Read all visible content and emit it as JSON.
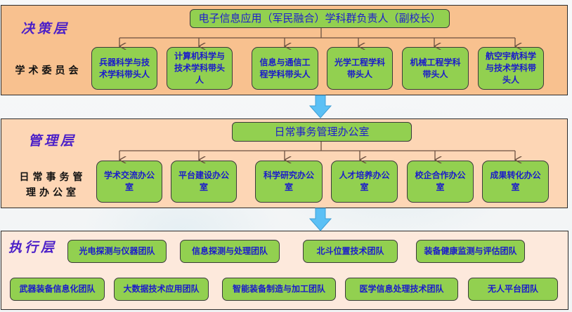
{
  "colors": {
    "decision_layer_fill": "#f8c18f",
    "management_layer_fill": "#fdd6b5",
    "execution_layer_fill": "#fde9dc",
    "node_fill": "#92d050",
    "node_text": "#1a1acc",
    "layer_title": "#4b1fc8",
    "flow_arrow": "#5bc0f5",
    "connector": "#6b5040"
  },
  "decision_layer": {
    "title": "决策层",
    "subtitle": "学术委员会",
    "head": "电子信息应用（军民融合）学科群负责人（副校长）",
    "members": [
      "兵器科学与技术学科带头人",
      "计算机科学与技术学科带头人",
      "信息与通信工程学科带头人",
      "光学工程学科带头人",
      "机械工程学科带头人",
      "航空宇航科学与技术学科带头人"
    ]
  },
  "management_layer": {
    "title": "管理层",
    "subtitle": "日常事务管理办公室",
    "head": "日常事务管理办公室",
    "offices": [
      "学术交流办公室",
      "平台建设办公室",
      "科学研究办公室",
      "人才培养办公室",
      "校企合作办公室",
      "成果转化办公室"
    ]
  },
  "execution_layer": {
    "title": "执行层",
    "teams_row1": [
      "光电探测与仪器团队",
      "信息探测与处理团队",
      "北斗位置技术团队",
      "装备健康监测与评估团队"
    ],
    "teams_row2": [
      "武器装备信息化团队",
      "大数据技术应用团队",
      "智能装备制造与加工团队",
      "医学信息处理技术团队",
      "无人平台团队"
    ]
  }
}
